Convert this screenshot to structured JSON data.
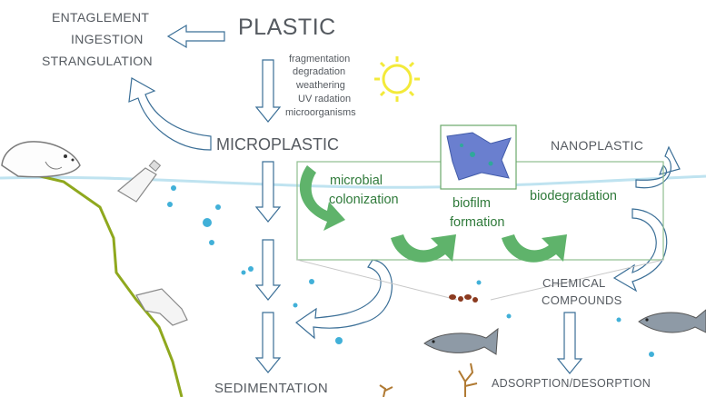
{
  "title": "PLASTIC",
  "effects": [
    "ENTAGLEMENT",
    "INGESTION",
    "STRANGULATION"
  ],
  "processes": [
    "fragmentation",
    "degradation",
    "weathering",
    "UV radation",
    "microorganisms"
  ],
  "microplastic": "MICROPLASTIC",
  "nanoplastic": "NANOPLASTIC",
  "biofilm_steps": {
    "step1": [
      "microbial",
      "colonization"
    ],
    "step2": [
      "biofilm",
      "formation"
    ],
    "step3": "biodegradation"
  },
  "chemical": [
    "CHEMICAL",
    "COMPOUNDS"
  ],
  "sedimentation": "SEDIMENTATION",
  "adsorption": "ADSORPTION/DESORPTION",
  "colors": {
    "arrow_outline": "#3b6f97",
    "green_arrow": "#5fb36b",
    "box_border": "#8fbf8f",
    "water": "#bfe3f0",
    "coast": "#8fa81e",
    "sun": "#f3ea3a",
    "particles": "#41b0d8",
    "fragments": "#8b3a1f"
  }
}
